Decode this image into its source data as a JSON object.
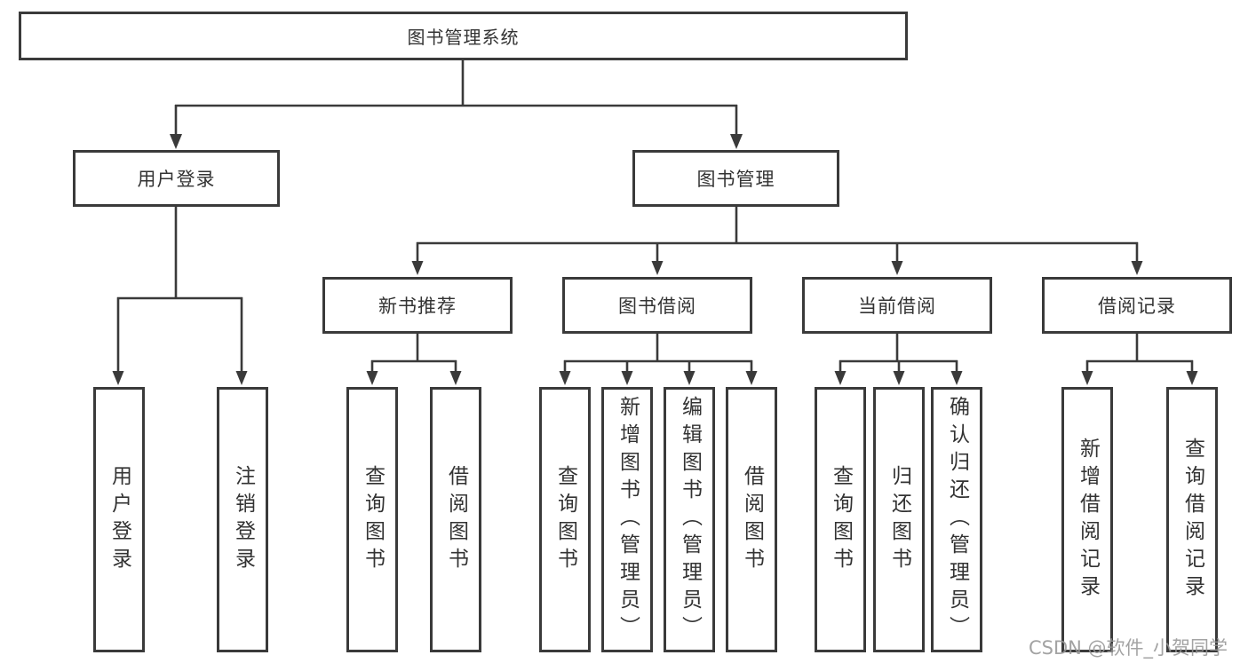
{
  "diagram": {
    "type": "hierarchy-chart",
    "root": {
      "label": "图书管理系统",
      "children": [
        {
          "label": "用户登录",
          "children": [
            {
              "label": "用户登录"
            },
            {
              "label": "注销登录"
            }
          ]
        },
        {
          "label": "图书管理",
          "children": [
            {
              "label": "新书推荐",
              "children": [
                {
                  "label": "查询图书"
                },
                {
                  "label": "借阅图书"
                }
              ]
            },
            {
              "label": "图书借阅",
              "children": [
                {
                  "label": "查询图书"
                },
                {
                  "label": "新增图书（管理员）"
                },
                {
                  "label": "编辑图书（管理员）"
                },
                {
                  "label": "借阅图书"
                }
              ]
            },
            {
              "label": "当前借阅",
              "children": [
                {
                  "label": "查询图书"
                },
                {
                  "label": "归还图书"
                },
                {
                  "label": "确认归还（管理员）"
                }
              ]
            },
            {
              "label": "借阅记录",
              "children": [
                {
                  "label": "新增借阅记录"
                },
                {
                  "label": "查询借阅记录"
                }
              ]
            }
          ]
        }
      ]
    }
  },
  "watermark": {
    "text": "CSDN @软件_小贺同学"
  },
  "colors": {
    "line": "#3a3a3a",
    "box_border": "#3a3a3a",
    "text": "#333333",
    "background": "#ffffff",
    "watermark": "#969696"
  }
}
